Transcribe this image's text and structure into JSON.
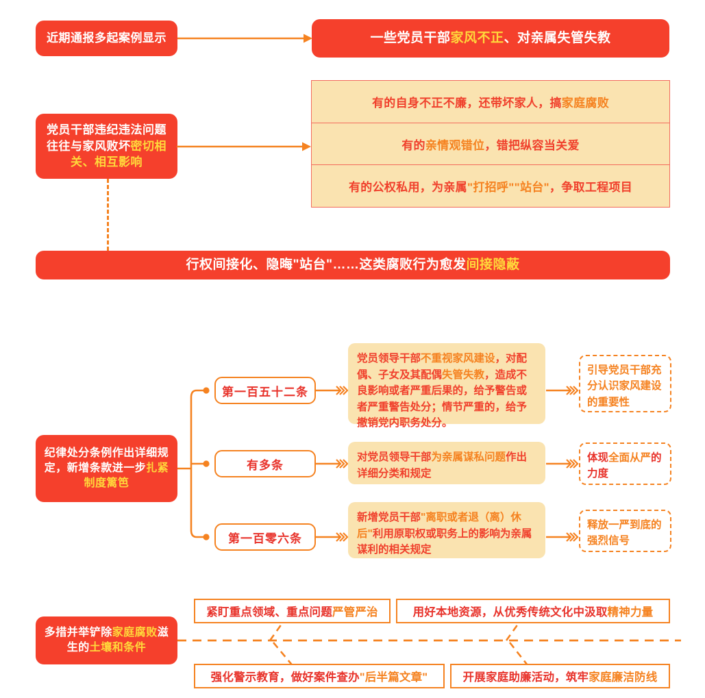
{
  "theme": {
    "red": "#f5402c",
    "yellow_accent": "#ffd93b",
    "orange": "#f58220",
    "amber_panel": "#fae3b0",
    "deep_red_text": "#e8332b"
  },
  "section1": {
    "source_box": {
      "text": "近期通报多起案例显示"
    },
    "headline_box": {
      "prefix": "一些党员干部",
      "highlight": "家风不正",
      "suffix": "、对亲属失管失教"
    },
    "cause_box": {
      "prefix": "党员干部违纪违法问题往往与家风败坏",
      "highlight": "密切相关、相互影响"
    },
    "manifestations": [
      {
        "prefix": "有的自身不正不廉，还带坏家人，搞",
        "highlight": "家庭腐败",
        "suffix": ""
      },
      {
        "prefix": "有的",
        "highlight": "亲情观错位",
        "suffix": "，错把纵容当关爱"
      },
      {
        "prefix": "有的公权私用，为亲属",
        "highlight": "\"打招呼\"\"站台\"",
        "suffix": "，争取工程项目"
      }
    ],
    "summary_box": {
      "prefix": "行权间接化、隐晦\"站台\"……这类腐败行为愈发",
      "highlight": "间接隐蔽"
    }
  },
  "section2": {
    "root_box": {
      "prefix": "纪律处分条例作出详细规定，新增条款进一步",
      "highlight": "扎紧制度篱笆"
    },
    "branches": [
      {
        "label": "第一百五十二条",
        "detail": [
          {
            "t": "党员领导干部",
            "c": "red"
          },
          {
            "t": "不重视家风建设",
            "c": "orange"
          },
          {
            "t": "，对配偶、子女及其配偶",
            "c": "red"
          },
          {
            "t": "失管失教",
            "c": "orange"
          },
          {
            "t": "，造成不良影响或者严重后果的，给予警告或者严重警告处分；情节严重的，给予撤销党内职务处分。",
            "c": "red"
          }
        ],
        "outcome": [
          {
            "t": "引导党员干部充分认识家风建设的重要性",
            "c": "orange"
          }
        ]
      },
      {
        "label": "有多条",
        "detail": [
          {
            "t": "对党员领导干部",
            "c": "red"
          },
          {
            "t": "为亲属谋私问题",
            "c": "orange"
          },
          {
            "t": "作出详细分类和规定",
            "c": "red"
          }
        ],
        "outcome": [
          {
            "t": "体现",
            "c": "red"
          },
          {
            "t": "全面从严",
            "c": "orange"
          },
          {
            "t": "的力度",
            "c": "red"
          }
        ]
      },
      {
        "label": "第一百零六条",
        "detail": [
          {
            "t": "新增党员干部",
            "c": "red"
          },
          {
            "t": "\"离职或者退（离）休后\"",
            "c": "orange"
          },
          {
            "t": "利用原职权或职务上的影响为亲属谋利的相关规定",
            "c": "red"
          }
        ],
        "outcome": [
          {
            "t": "释放一严到底的强烈信号",
            "c": "orange"
          }
        ]
      }
    ]
  },
  "section3": {
    "root_box": {
      "parts": [
        {
          "t": "多措并举铲除",
          "c": "white"
        },
        {
          "t": "家庭腐败",
          "c": "yellow"
        },
        {
          "t": "滋生的",
          "c": "white"
        },
        {
          "t": "土壤和条件",
          "c": "yellow"
        }
      ]
    },
    "measures": [
      {
        "prefix": "紧盯重点领域、重点问题",
        "highlight": "严管严治",
        "suffix": ""
      },
      {
        "prefix": "用好本地资源，从优秀传统文化中汲取",
        "highlight": "精神力量",
        "suffix": ""
      },
      {
        "prefix": "强化警示教育，做好案件查办",
        "highlight": "\"后半篇文章\"",
        "suffix": ""
      },
      {
        "prefix": "开展家庭助廉活动，筑牢",
        "highlight": "家庭廉洁防线",
        "suffix": ""
      }
    ]
  }
}
